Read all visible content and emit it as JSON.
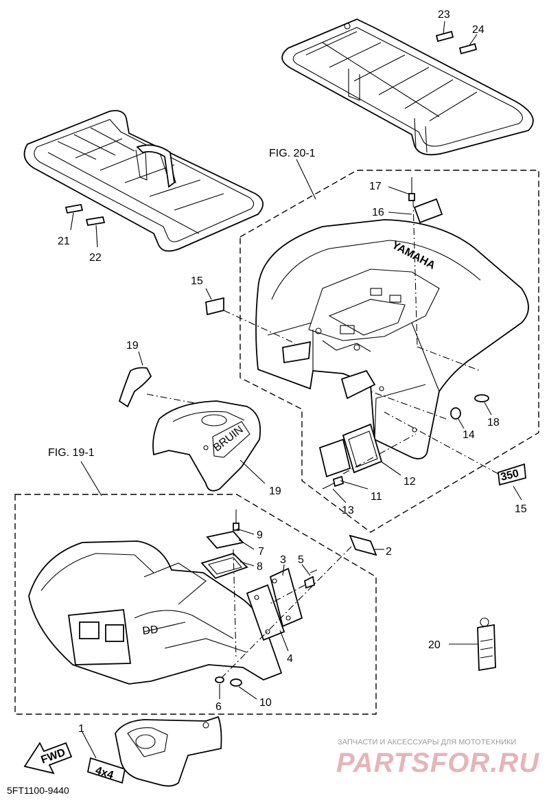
{
  "diagram": {
    "figure_refs": {
      "fig_20_1": "FIG. 20-1",
      "fig_19_1": "FIG. 19-1"
    },
    "callouts": {
      "c1": "1",
      "c2": "2",
      "c3": "3",
      "c4": "4",
      "c5": "5",
      "c6": "6",
      "c7": "7",
      "c8": "8",
      "c9": "9",
      "c10": "10",
      "c11": "11",
      "c12": "12",
      "c13": "13",
      "c14": "14",
      "c15a": "15",
      "c15b": "15",
      "c16": "16",
      "c17": "17",
      "c18": "18",
      "c19a": "19",
      "c19b": "19",
      "c20": "20",
      "c21": "21",
      "c22": "22",
      "c23": "23",
      "c24": "24"
    },
    "part_markings": {
      "brand": "YAMAHA",
      "fwd": "FWD",
      "emblem_350": "350",
      "emblem_4x4": "4x4"
    },
    "drawing_code": "5FT1100-9440"
  },
  "watermark": {
    "caption": "ЗАПЧАСТИ И АКСЕССУАРЫ ДЛЯ МОТОТЕХНИКИ",
    "brand": "PARTSFOR.RU"
  }
}
